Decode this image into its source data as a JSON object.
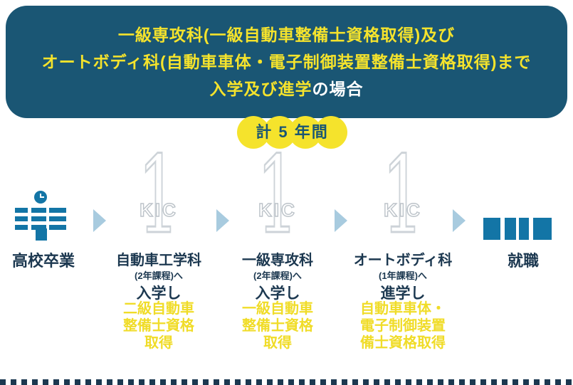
{
  "header": {
    "line1": "一級専攻科(一級自動車整備士資格取得)及び",
    "line2": "オートボディ科(自動車車体・電子制御装置整備士資格取得)まで",
    "line3_highlight": "入学及び進学",
    "line3_rest": "の場合"
  },
  "badge": {
    "label": "計 5 年間"
  },
  "flow": {
    "nodes": [
      {
        "type": "icon-node",
        "icon": "school-building-icon",
        "label": "高校卒業"
      },
      {
        "type": "kic-node",
        "icon": "kic-one-logo",
        "logo_number": "1",
        "logo_text": "KIC",
        "title": "自動車工学科",
        "subtitle": "(2年課程)へ",
        "action": "入学し",
        "quals": [
          "二級自動車",
          "整備士資格",
          "取得"
        ]
      },
      {
        "type": "kic-node",
        "icon": "kic-one-logo",
        "logo_number": "1",
        "logo_text": "KIC",
        "title": "一級専攻科",
        "subtitle": "(2年課程)へ",
        "action": "入学し",
        "quals": [
          "一級自動車",
          "整備士資格",
          "取得"
        ]
      },
      {
        "type": "kic-node",
        "icon": "kic-one-logo",
        "logo_number": "1",
        "logo_text": "KIC",
        "title": "オートボディ科",
        "subtitle": "(1年課程)へ",
        "action": "進学し",
        "quals": [
          "自動車車体・",
          "電子制御装置",
          "備士資格取得"
        ]
      },
      {
        "type": "icon-node",
        "icon": "storefront-icon",
        "label": "就職"
      }
    ]
  },
  "icons": {
    "school-building-icon": "building with clock tower, blue windows and door",
    "clock-icon": "blue clock face on school tower",
    "kic-one-logo": "large outlined serif numeral 1 with KIC lettering",
    "arrow-right-icon": "light blue right-pointing triangle",
    "storefront-icon": "shop building with blue door panels and sign flag",
    "dotted-line": "row of small square dots"
  },
  "colors": {
    "panel_teal": "#1A5674",
    "accent_yellow": "#F5E32C",
    "qual_yellow": "#F0DC28",
    "icon_blue": "#1375A6",
    "arrow_light_blue": "#A8CBDF",
    "dark_text": "#1C3850",
    "logo_gray": "#BCC3C9",
    "white": "#FFFFFF"
  }
}
